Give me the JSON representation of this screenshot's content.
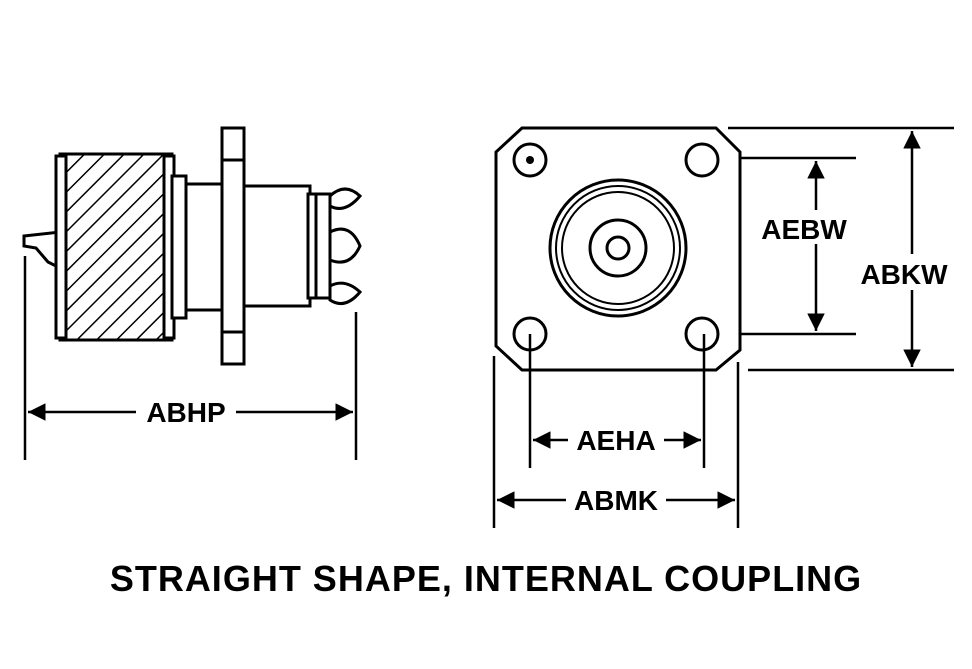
{
  "caption": "STRAIGHT SHAPE, INTERNAL COUPLING",
  "dimensions": {
    "abhp": "ABHP",
    "aebw": "AEBW",
    "abkw": "ABKW",
    "aeha": "AEHA",
    "abmk": "ABMK"
  },
  "colors": {
    "line": "#000000",
    "background": "#ffffff"
  }
}
